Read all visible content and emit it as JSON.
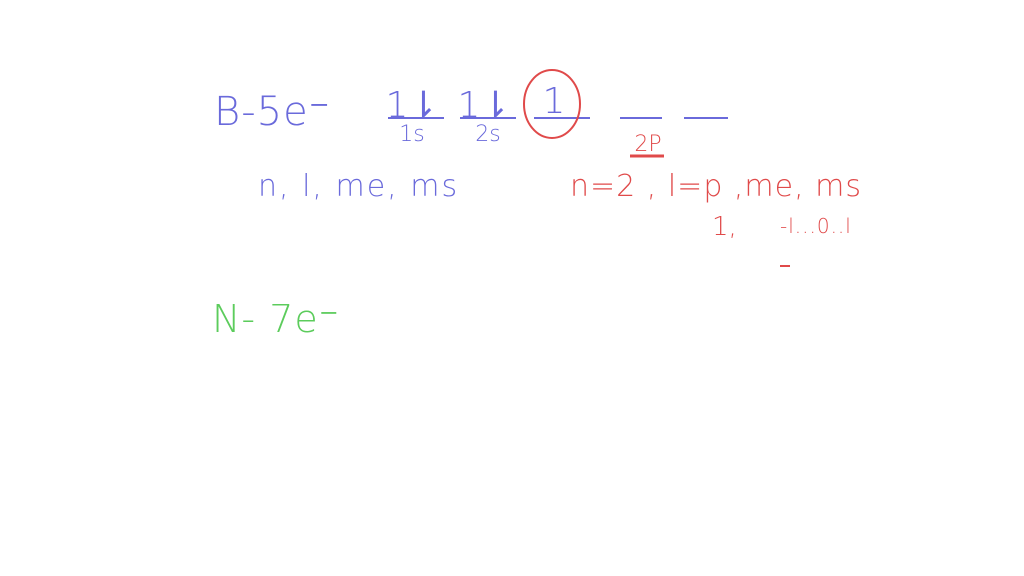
{
  "colors": {
    "blue": "#6a6adb",
    "red": "#e04a4a",
    "green": "#5ccc5c",
    "background": "#ffffff"
  },
  "boron": {
    "label": "B-5e⁻",
    "orbitals": [
      {
        "arrows": "1⇂",
        "label": "1s"
      },
      {
        "arrows": "1⇂",
        "label": "2s"
      },
      {
        "arrows": "1",
        "label": ""
      },
      {
        "arrows": "",
        "label": ""
      },
      {
        "arrows": "",
        "label": ""
      }
    ],
    "p_label": "2P"
  },
  "quantum_numbers_label": "n, l, me, ms",
  "assignment": {
    "text": "n=2 , l=p ,me, ms",
    "l_value": "1,",
    "ml_range": "-l...0..l"
  },
  "nitrogen": {
    "label": "N- 7e⁻"
  }
}
